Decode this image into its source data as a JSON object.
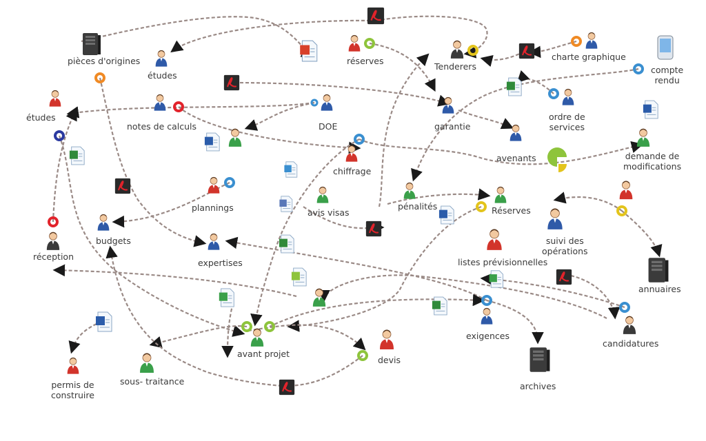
{
  "labels": {
    "pieces_origines": "pièces d'origines",
    "etudes_top": "études",
    "etudes_left": "études",
    "reserves_top": "réserves",
    "tenderers": "Tenderers",
    "charte": "charte graphique",
    "compte_rendu": "compte\nrendu",
    "notes_calculs": "notes de calculs",
    "doe": "DOE",
    "garantie": "garantie",
    "ordre_services": "ordre de\nservices",
    "avenants": "avenants",
    "demande_modif": "demande de\nmodifications",
    "chiffrage": "chiffrage",
    "plannings": "plannings",
    "avis_visas": "avis visas",
    "penalites": "pénalités",
    "reserves_mid": "Réserves",
    "reception": "réception",
    "budgets": "budgets",
    "expertises": "expertises",
    "listes_prev": "listes prévisionnelles",
    "suivi_ops": "suivi des\nopérations",
    "annuaires": "annuaires",
    "exigences": "exigences",
    "candidatures": "candidatures",
    "avant_projet": "avant projet",
    "devis": "devis",
    "permis": "permis de\nconstruire",
    "sous_traitance": "sous- traitance",
    "archives": "archives"
  },
  "colors": {
    "arrow": "#9a8a86",
    "ring_orange": "#f08a24",
    "ring_red": "#e2232b",
    "ring_blue": "#3a8fd0",
    "ring_green": "#8ec43c",
    "ring_yellow": "#e3c41c",
    "ring_navy": "#2b3aa0"
  }
}
